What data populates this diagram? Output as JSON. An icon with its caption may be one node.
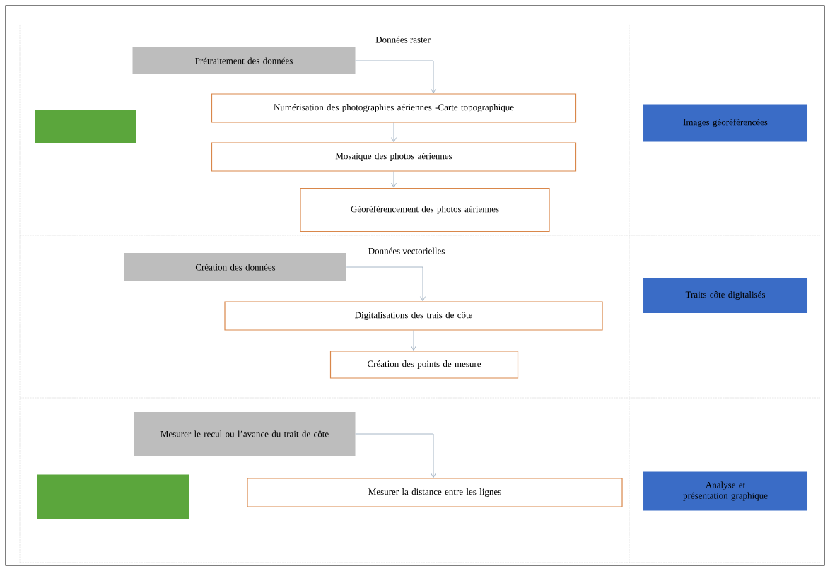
{
  "diagram": {
    "nodes": [
      {
        "text": [
          "Prétraitement des données"
        ]
      },
      {
        "text": [
          "Numérisation des photographies aériennes -Carte topographique"
        ]
      },
      {
        "text": [
          "Mosaïque des photos aériennes"
        ]
      },
      {
        "text": [
          "Géoréférencement des photos aériennes"
        ]
      },
      {
        "text": [],
        "shape": "box"
      },
      {
        "text": [
          "Images géoréférencées"
        ]
      },
      {
        "text": [
          "Création des données"
        ]
      },
      {
        "text": [
          "Digitalisations des trais de côte"
        ]
      },
      {
        "text": [
          "Création des points de mesure"
        ]
      },
      {
        "text": [
          "Traits côte digitalisés"
        ]
      },
      {
        "text": [
          "Mesurer le recul ou l’avance du trait de côte"
        ]
      },
      {
        "text": [
          "Mesurer la distance entre les lignes"
        ]
      },
      {
        "text": [],
        "shape": "box"
      },
      {
        "text": [
          "Analyse et présentation graphique"
        ]
      }
    ],
    "edges": [
      {
        "from": 0,
        "to": 1,
        "arrow": "to",
        "label": "Données raster"
      },
      {
        "from": 1,
        "to": 2,
        "arrow": "to"
      },
      {
        "from": 2,
        "to": 3,
        "arrow": "to"
      },
      {
        "from": 6,
        "to": 7,
        "arrow": "to",
        "label": "Données vectorielles"
      },
      {
        "from": 7,
        "to": 8,
        "arrow": "to"
      },
      {
        "from": 10,
        "to": 11,
        "arrow": "to"
      }
    ]
  }
}
